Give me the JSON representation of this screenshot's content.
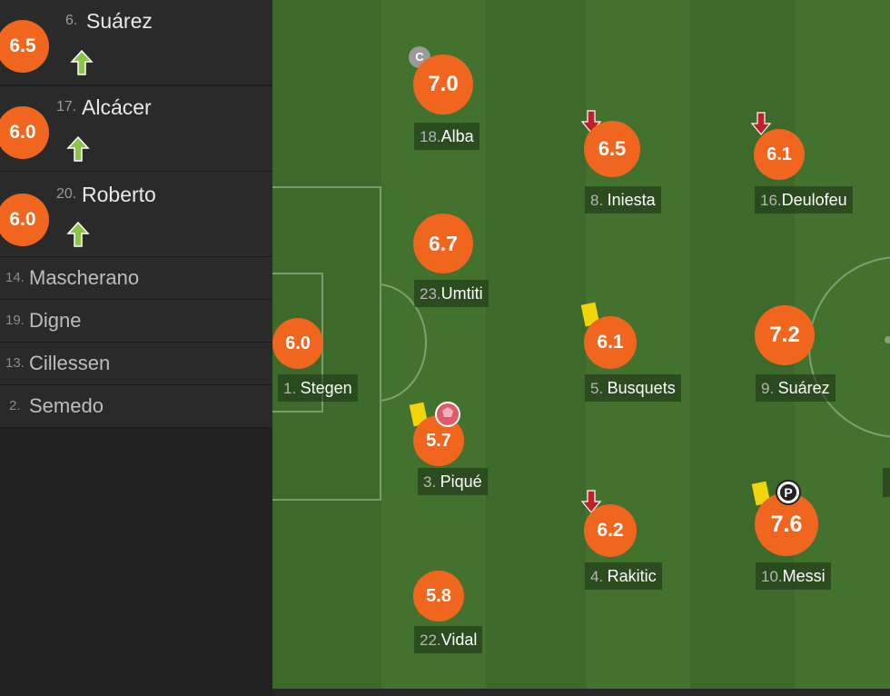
{
  "colors": {
    "rating_orange": "#f0661f",
    "pitch_green": "#3f6d2c",
    "sub_up_arrow": "#8cc44a",
    "sub_down_arrow": "#c0202a",
    "yellow_card": "#f2d40a"
  },
  "substitutes_on": [
    {
      "rating": "6.5",
      "number": "6.",
      "name": "Suárez",
      "icon": "sub-in-arrow-icon"
    },
    {
      "rating": "6.0",
      "number": "17.",
      "name": "Alcácer",
      "icon": "sub-in-arrow-icon"
    },
    {
      "rating": "6.0",
      "number": "20.",
      "name": "Roberto",
      "icon": "sub-in-arrow-icon"
    }
  ],
  "bench": [
    {
      "number": "14.",
      "name": "Mascherano"
    },
    {
      "number": "19.",
      "name": "Digne"
    },
    {
      "number": "13.",
      "name": "Cillessen"
    },
    {
      "number": "2.",
      "name": "Semedo"
    }
  ],
  "lineup": {
    "stegen": {
      "rating": "6.0",
      "number": "1.",
      "name": "Stegen"
    },
    "alba": {
      "rating": "7.0",
      "number": "18.",
      "name": "Alba",
      "captain": "C"
    },
    "umtiti": {
      "rating": "6.7",
      "number": "23.",
      "name": "Umtiti"
    },
    "pique": {
      "rating": "5.7",
      "number": "3.",
      "name": "Piqué",
      "events": [
        "yellow-card-icon",
        "own-goal-ball-icon"
      ]
    },
    "vidal": {
      "rating": "5.8",
      "number": "22.",
      "name": "Vidal"
    },
    "iniesta": {
      "rating": "6.5",
      "number": "8.",
      "name": "Iniesta",
      "events": [
        "sub-out-arrow-icon"
      ]
    },
    "busquets": {
      "rating": "6.1",
      "number": "5.",
      "name": "Busquets",
      "events": [
        "yellow-card-icon"
      ]
    },
    "rakitic": {
      "rating": "6.2",
      "number": "4.",
      "name": "Rakitic",
      "events": [
        "sub-out-arrow-icon"
      ]
    },
    "deulofeu": {
      "rating": "6.1",
      "number": "16.",
      "name": "Deulofeu",
      "events": [
        "sub-out-arrow-icon"
      ]
    },
    "suarez": {
      "rating": "7.2",
      "number": "9.",
      "name": "Suárez"
    },
    "messi": {
      "rating": "7.6",
      "number": "10.",
      "name": "Messi",
      "events": [
        "yellow-card-icon",
        "penalty-ball-icon"
      ]
    }
  }
}
